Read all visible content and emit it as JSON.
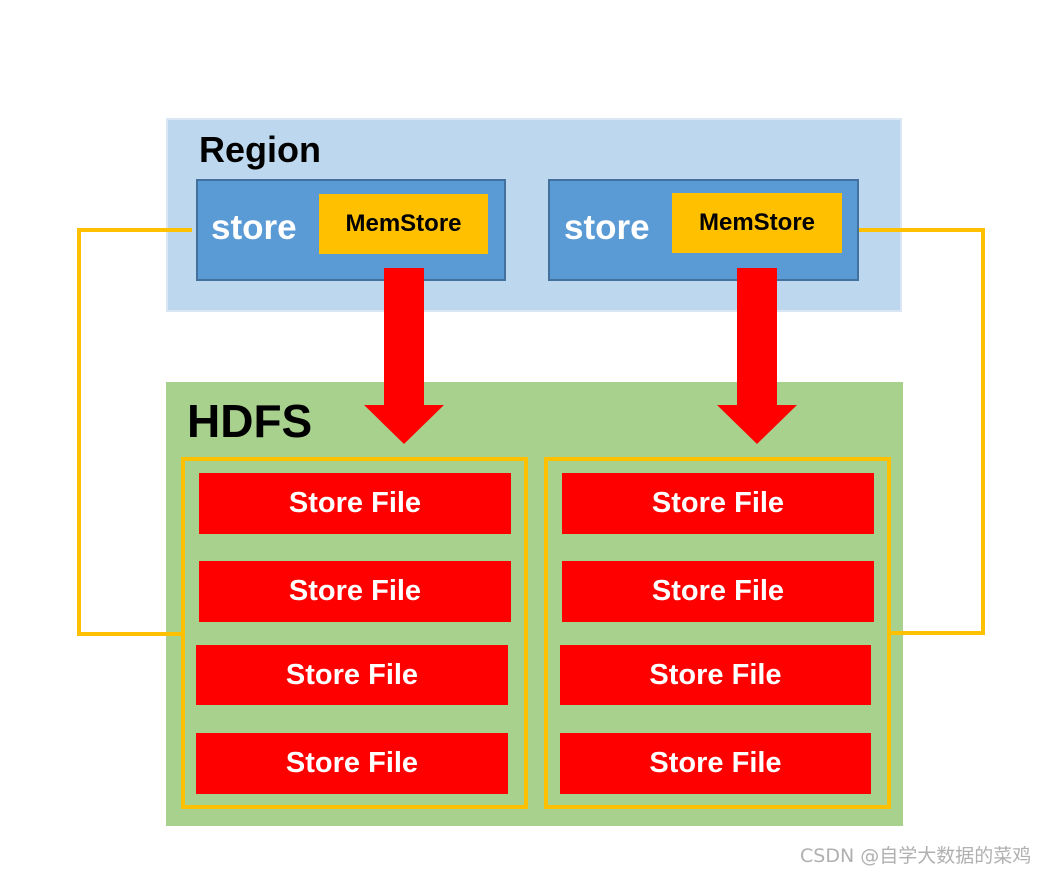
{
  "region": {
    "title": "Region",
    "stores": [
      {
        "label": "store",
        "memstore": "MemStore"
      },
      {
        "label": "store",
        "memstore": "MemStore"
      }
    ]
  },
  "hdfs": {
    "title": "HDFS",
    "groups": [
      {
        "files": [
          "Store File",
          "Store File",
          "Store File",
          "Store File"
        ]
      },
      {
        "files": [
          "Store File",
          "Store File",
          "Store File",
          "Store File"
        ]
      }
    ]
  },
  "watermark": "CSDN @自学大数据的菜鸡",
  "colors": {
    "region_fill": "#bdd7ee",
    "store_fill": "#5b9bd5",
    "memstore_fill": "#ffc000",
    "hdfs_fill": "#a9d18e",
    "storefile_fill": "#ff0000",
    "connector": "#ffc000",
    "arrow": "#ff0000"
  }
}
